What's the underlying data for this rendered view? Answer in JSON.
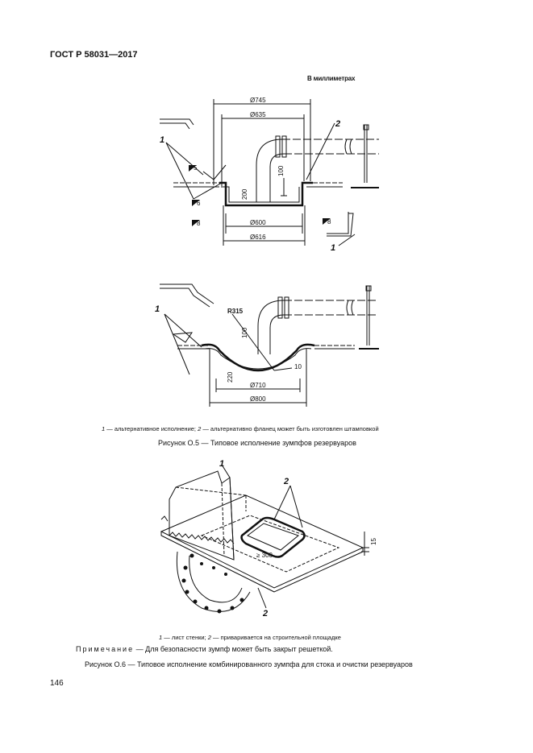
{
  "header": {
    "doc_id": "ГОСТ Р 58031—2017"
  },
  "units_note": "В миллиметрах",
  "figure_o5": {
    "dims": {
      "d745": "Ø745",
      "d635": "Ø635",
      "d600": "Ø600",
      "d616": "Ø616",
      "h200": "200",
      "h100": "100",
      "h100b": "100",
      "h220": "220",
      "r315": "R315",
      "d710": "Ø710",
      "d800": "Ø800",
      "w5": "5",
      "w8": "8",
      "w6": "6",
      "w10": "10"
    },
    "labels": {
      "l1a": "1",
      "l1b": "1",
      "l1c": "1",
      "l2": "2"
    },
    "legend": {
      "n1": "1",
      "t1": " — альтернативное исполнение; ",
      "n2": "2",
      "t2": " — альтернативно фланец может быть изготовлен штамповкой"
    },
    "title": "Рисунок О.5 — Типовое исполнение зумпфов резервуаров"
  },
  "figure_o6": {
    "labels": {
      "l1": "1",
      "l2a": "2",
      "l2b": "2",
      "dim300": "≥ 300",
      "dim15": "15"
    },
    "legend": {
      "n1": "1",
      "t1": " — лист стенки; ",
      "n2": "2",
      "t2": " — приваривается на строительной площадке"
    },
    "note_label": "Примечание",
    "note_text": " — Для безопасности зумпф может быть закрыт решеткой.",
    "title": "Рисунок О.6 — Типовое исполнение комбинированного зумпфа для стока и очистки резервуаров"
  },
  "page_number": "146"
}
